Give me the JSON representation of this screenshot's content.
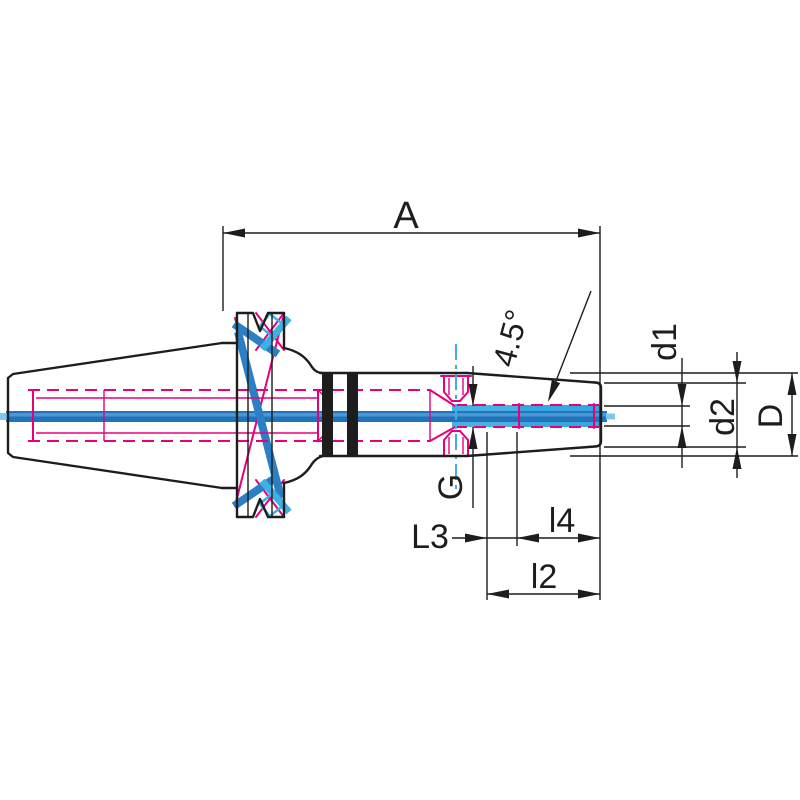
{
  "diagram": {
    "dim_labels": {
      "A": "A",
      "angle": "4.5°",
      "d1": "d1",
      "d2": "d2",
      "D": "D",
      "G": "G",
      "L3": "L3",
      "l4": "l4",
      "l2": "l2"
    },
    "colors": {
      "outline": "#1d1d1b",
      "magenta": "#e6007e",
      "blue": "#2273bb",
      "cyan": "#33a7de"
    }
  }
}
